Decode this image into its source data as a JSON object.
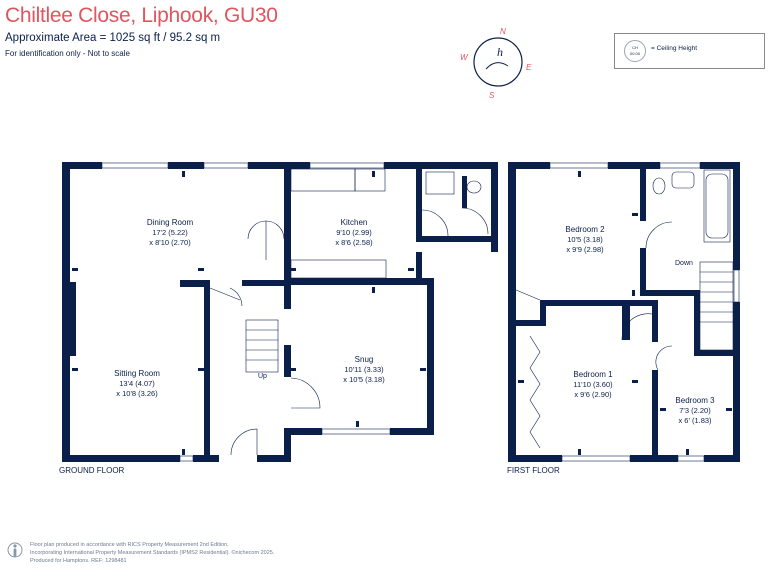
{
  "header": {
    "title": "Chiltlee Close, Liphook, GU30",
    "area": "Approximate Area = 1025 sq ft / 95.2 sq m",
    "note": "For identification only - Not to scale"
  },
  "legend": {
    "ch_symbol_line1": "CH",
    "ch_symbol_line2": "00.00",
    "label": "= Ceiling Height"
  },
  "compass": {
    "n": "N",
    "s": "S",
    "e": "E",
    "w": "W",
    "logo_letter": "h"
  },
  "ground_floor": {
    "label": "GROUND FLOOR",
    "rooms": [
      {
        "name": "Dining Room",
        "dim1": "17'2 (5.22)",
        "dim2": "x 8'10 (2.70)"
      },
      {
        "name": "Kitchen",
        "dim1": "9'10 (2.99)",
        "dim2": "x 8'6 (2.58)"
      },
      {
        "name": "Snug",
        "dim1": "10'11 (3.33)",
        "dim2": "x 10'5 (3.18)"
      },
      {
        "name": "Sitting Room",
        "dim1": "13'4 (4.07)",
        "dim2": "x 10'8 (3.26)"
      }
    ],
    "stair_label": "Up"
  },
  "first_floor": {
    "label": "FIRST FLOOR",
    "rooms": [
      {
        "name": "Bedroom 2",
        "dim1": "10'5 (3.18)",
        "dim2": "x 9'9 (2.98)"
      },
      {
        "name": "Bedroom 1",
        "dim1": "11'10 (3.60)",
        "dim2": "x 9'6 (2.90)"
      },
      {
        "name": "Bedroom 3",
        "dim1": "7'3 (2.20)",
        "dim2": "x 6' (1.83)"
      }
    ],
    "stair_label": "Down"
  },
  "footer": {
    "line1": "Floor plan produced in accordance with RICS Property Measurement 2nd Edition,",
    "line2": "Incorporating International Property Measurement Standards (IPMS2 Residential).  ©nichecom 2025.",
    "line3": "Produced for Hamptons.   REF: 1298481"
  },
  "colors": {
    "wall": "#0b1f4b",
    "title": "#e0555f",
    "compass_n": "#e0555f"
  }
}
